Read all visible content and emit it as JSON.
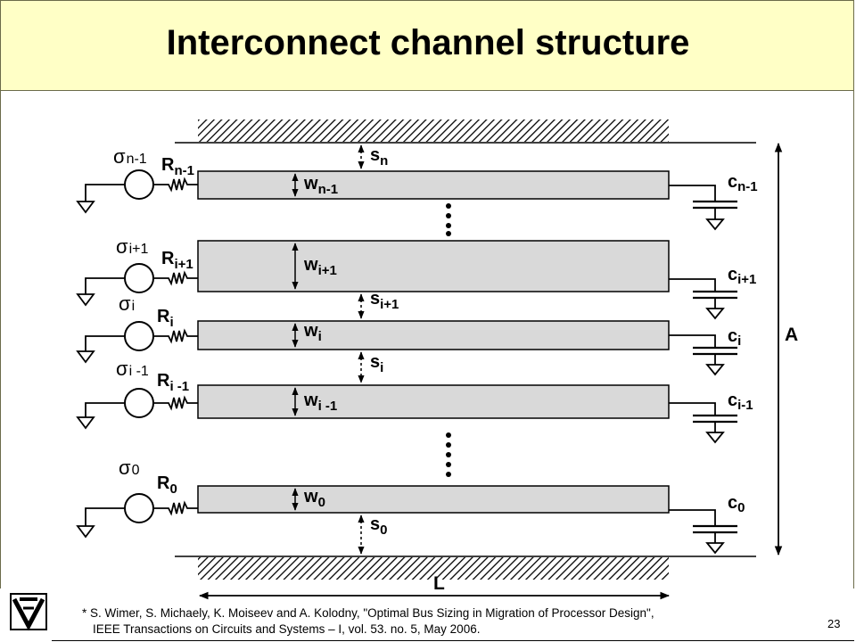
{
  "title": "Interconnect channel structure",
  "wires": [
    {
      "sigma": "σ",
      "sigma_sub": "n-1",
      "r": "R",
      "r_sub": "n-1",
      "w": "w",
      "w_sub": "n-1",
      "c": "c",
      "c_sub": "n-1"
    },
    {
      "sigma": "σ",
      "sigma_sub": "i+1",
      "r": "R",
      "r_sub": "i+1",
      "w": "w",
      "w_sub": "i+1",
      "c": "c",
      "c_sub": "i+1"
    },
    {
      "sigma": "σ",
      "sigma_sub": "i",
      "r": "R",
      "r_sub": "i",
      "w": "w",
      "w_sub": "i",
      "c": "c",
      "c_sub": "i"
    },
    {
      "sigma": "σ",
      "sigma_sub": "i -1",
      "r": "R",
      "r_sub": "i -1",
      "w": "w",
      "w_sub": "i -1",
      "c": "c",
      "c_sub": "i-1"
    },
    {
      "sigma": "σ",
      "sigma_sub": "0",
      "r": "R",
      "r_sub": "0",
      "w": "w",
      "w_sub": "0",
      "c": "c",
      "c_sub": "0"
    }
  ],
  "spacings": [
    {
      "s": "s",
      "sub": "n"
    },
    {
      "s": "s",
      "sub": "i+1"
    },
    {
      "s": "s",
      "sub": "i"
    },
    {
      "s": "s",
      "sub": "0"
    }
  ],
  "dim_total_height": "A",
  "dim_length": "L",
  "citation": {
    "line1": "* S. Wimer, S. Michaely, K. Moiseev and A. Kolodny, \"Optimal Bus Sizing in Migration of Processor Design\",",
    "line2": "IEEE Transactions on Circuits and Systems – I, vol. 53. no. 5, May 2006."
  },
  "page_number": "23"
}
